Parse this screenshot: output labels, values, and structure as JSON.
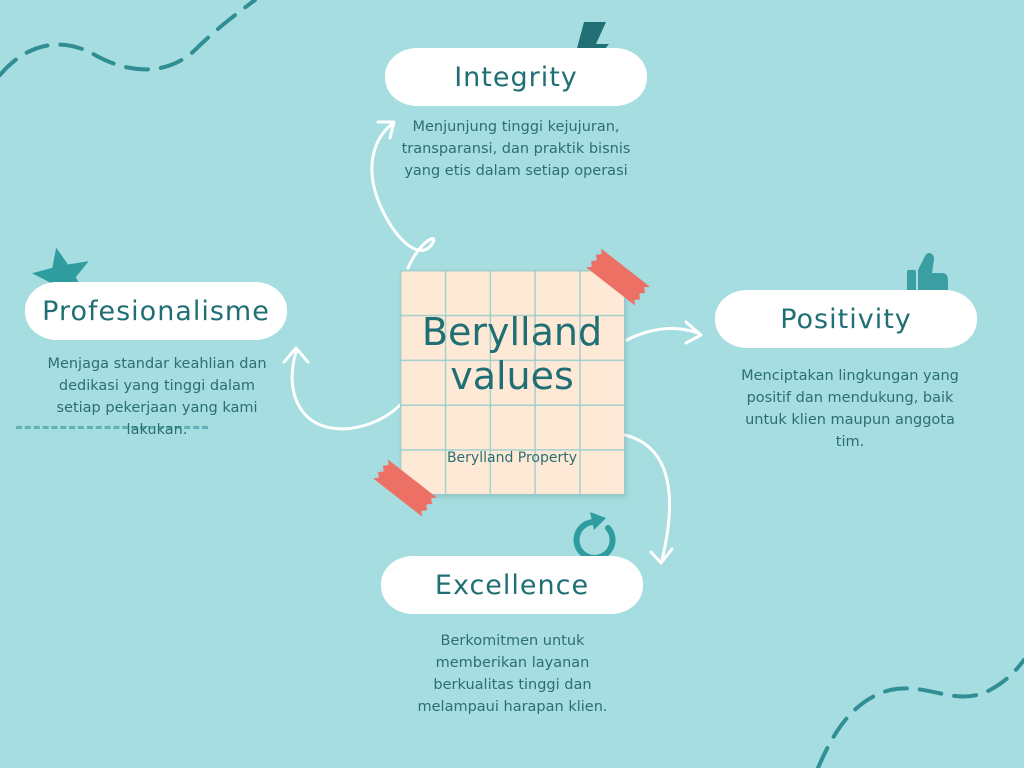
{
  "center": {
    "title_line1": "Berylland",
    "title_line2": "values",
    "subtitle": "Berylland Property"
  },
  "values": {
    "integrity": {
      "title": "Integrity",
      "description": "Menjunjung tinggi kejujuran, transparansi, dan praktik bisnis yang etis dalam setiap operasi"
    },
    "positivity": {
      "title": "Positivity",
      "description": "Menciptakan lingkungan yang positif dan mendukung, baik untuk klien maupun anggota tim."
    },
    "excellence": {
      "title": "Excellence",
      "description": "Berkomitmen untuk memberikan layanan berkualitas tinggi dan melampaui harapan klien."
    },
    "profesionalisme": {
      "title": "Profesionalisme",
      "description": "Menjaga standar keahlian dan dedikasi yang tinggi dalam setiap pekerjaan yang kami lakukan."
    }
  },
  "icons": [
    "lightning-icon",
    "thumbs-up-icon",
    "refresh-icon",
    "star-icon"
  ],
  "colors": {
    "background": "#a6dde0",
    "teal": "#3a9ea2",
    "text": "#2b6f74",
    "tape": "#ec7063",
    "note": "#fde9d6"
  }
}
